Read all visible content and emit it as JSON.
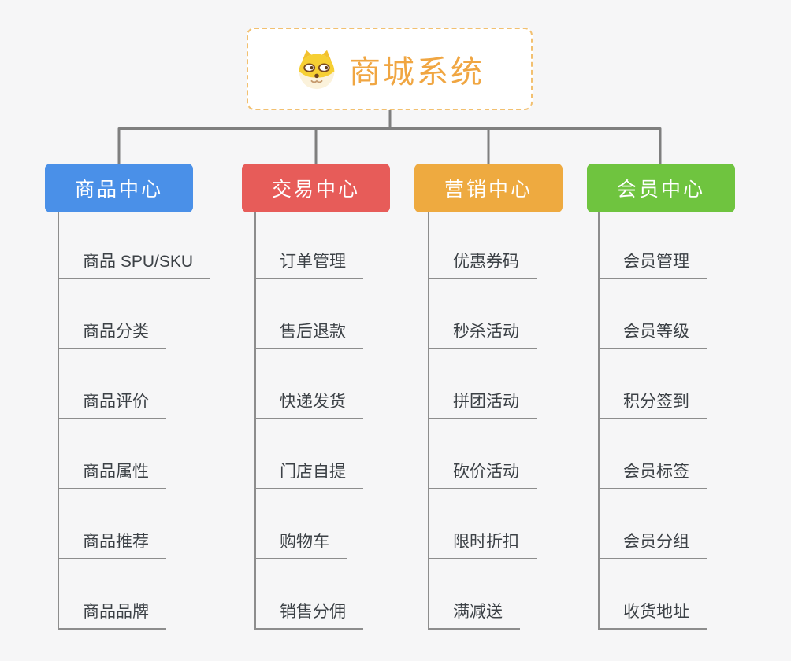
{
  "root": {
    "title": "商城系统",
    "icon": "shiba-dog-icon",
    "title_color": "#f0a642",
    "border_color": "#f2c070"
  },
  "branches": [
    {
      "label": "商品中心",
      "color": "#4a90e8",
      "children": [
        "商品 SPU/SKU",
        "商品分类",
        "商品评价",
        "商品属性",
        "商品推荐",
        "商品品牌"
      ]
    },
    {
      "label": "交易中心",
      "color": "#e75c59",
      "children": [
        "订单管理",
        "售后退款",
        "快递发货",
        "门店自提",
        "购物车",
        "销售分佣"
      ]
    },
    {
      "label": "营销中心",
      "color": "#eeaa40",
      "children": [
        "优惠券码",
        "秒杀活动",
        "拼团活动",
        "砍价活动",
        "限时折扣",
        "满减送"
      ]
    },
    {
      "label": "会员中心",
      "color": "#6fc43f",
      "children": [
        "会员管理",
        "会员等级",
        "积分签到",
        "会员标签",
        "会员分组",
        "收货地址"
      ]
    }
  ],
  "colors": {
    "connector": "#7f7f7f",
    "leaf_line": "#8d8d8d",
    "leaf_text": "#3c4146",
    "background": "#f6f6f7"
  }
}
